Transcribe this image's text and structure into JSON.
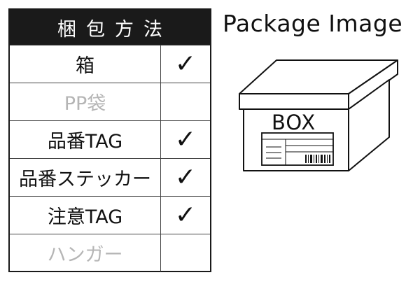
{
  "table": {
    "header": "梱包方法",
    "rows": [
      {
        "label": "箱",
        "checked": true,
        "check": "✓"
      },
      {
        "label": "PP袋",
        "checked": false,
        "check": ""
      },
      {
        "label": "品番TAG",
        "checked": true,
        "check": "✓"
      },
      {
        "label": "品番ステッカー",
        "checked": true,
        "check": "✓"
      },
      {
        "label": "注意TAG",
        "checked": true,
        "check": "✓"
      },
      {
        "label": "ハンガー",
        "checked": false,
        "check": ""
      }
    ]
  },
  "package": {
    "title": "Package Image",
    "box_label": "BOX"
  },
  "colors": {
    "header_bg": "#1a1a1a",
    "header_text": "#ffffff",
    "muted_text": "#b5b5b5"
  }
}
